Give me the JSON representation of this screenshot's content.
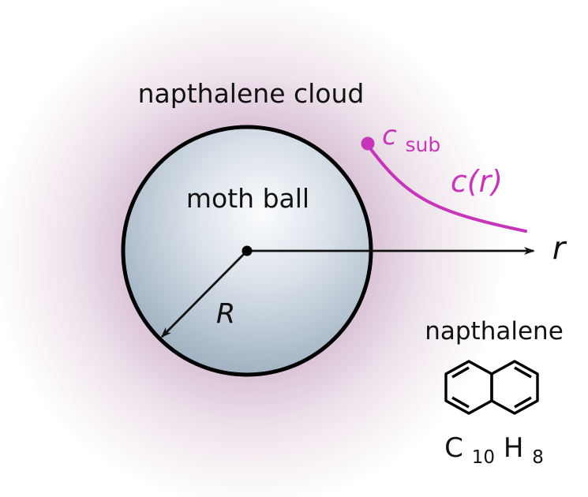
{
  "labels": {
    "cloud": "napthalene cloud",
    "ball": "moth ball",
    "radius": "R",
    "axis": "r",
    "concentration": "c(r)",
    "sub_symbol": "c",
    "sub_index": "sub",
    "molecule_name": "napthalene",
    "formula": {
      "c": "C",
      "c_count": "10",
      "h": "H",
      "h_count": "8"
    }
  },
  "colors": {
    "cloud": "#7d2f6f",
    "curve": "#c636b8",
    "sphere_center": "#fbfcfd",
    "sphere_edge": "#8fa2b4",
    "ink": "#111111"
  }
}
